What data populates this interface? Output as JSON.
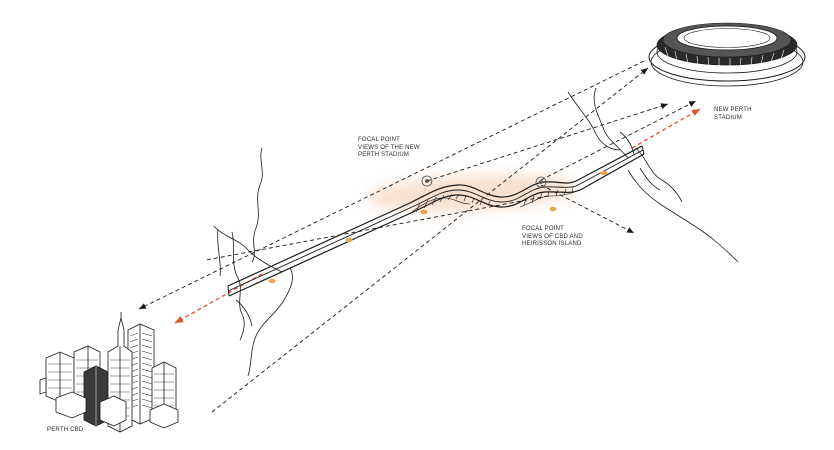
{
  "labels": {
    "new_perth_stadium": [
      "NEW PERTH",
      "STADIUM"
    ],
    "focal_point_stadium": [
      "FOCAL POINT",
      "VIEWS OF THE NEW",
      "PERTH STADIUM"
    ],
    "focal_point_cbd": [
      "FOCAL POINT",
      "VIEWS OF CBD AND",
      "HEIRISSON ISLAND"
    ],
    "perth_cbd": "PERTH CBD"
  },
  "colors": {
    "line": "#1a1a1a",
    "orange_arrow": "#e0502a",
    "highlight": "#f7dcc6",
    "pier": "#f0a24a"
  }
}
